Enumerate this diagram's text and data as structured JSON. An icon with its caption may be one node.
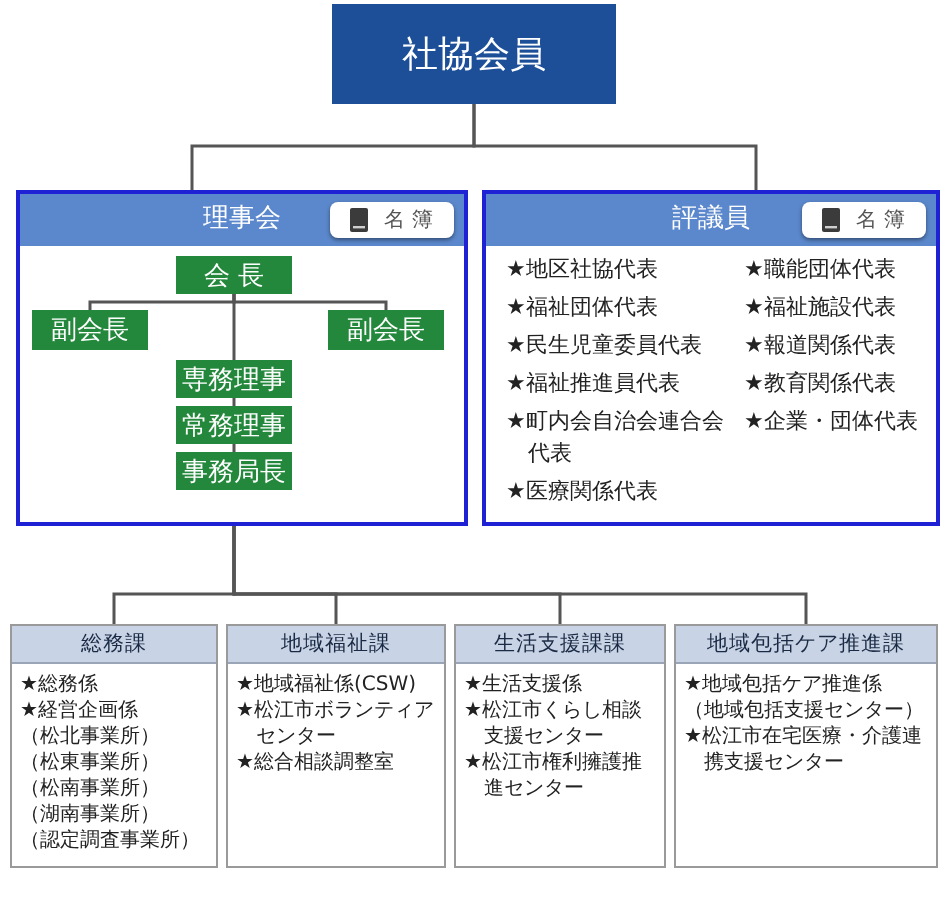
{
  "diagram": {
    "nodes": [
      {
        "text": [
          "社協会員"
        ]
      },
      {
        "text": [
          "理事会"
        ]
      },
      {
        "text": [
          "名 簿"
        ],
        "in": 1
      },
      {
        "text": [
          "会 長"
        ],
        "in": 1
      },
      {
        "text": [
          "副会長"
        ],
        "in": 1
      },
      {
        "text": [
          "副会長"
        ],
        "in": 1
      },
      {
        "text": [
          "専務理事"
        ],
        "in": 1
      },
      {
        "text": [
          "常務理事"
        ],
        "in": 1
      },
      {
        "text": [
          "事務局長"
        ],
        "in": 1
      },
      {
        "text": [
          "評議員",
          "★地区社協代表",
          "★福祉団体代表",
          "★民生児童委員代表",
          "★福祉推進員代表",
          "★町内会自治会連合会代表",
          "★医療関係代表",
          "★職能団体代表",
          "★福祉施設代表",
          "★報道関係代表",
          "★教育関係代表",
          "★企業・団体代表"
        ]
      },
      {
        "text": [
          "名 簿"
        ],
        "in": 9
      },
      {
        "text": [
          "総務課",
          "★総務係",
          "★経営企画係",
          "（松北事業所）",
          "（松東事業所）",
          "（松南事業所）",
          "（湖南事業所）",
          "（認定調査事業所）"
        ]
      },
      {
        "text": [
          "地域福祉課",
          "★地域福祉係(CSW)",
          "★松江市ボランティアセンター",
          "★総合相談調整室"
        ]
      },
      {
        "text": [
          "生活支援課課",
          "★生活支援係",
          "★松江市くらし相談支援センター",
          "★松江市権利擁護推進センター"
        ]
      },
      {
        "text": [
          "地域包括ケア推進課",
          "★地域包括ケア推進係",
          "（地域包括支援センター）",
          "★松江市在宅医療・介護連携支援センター"
        ]
      }
    ],
    "edges": [
      {
        "from": 0,
        "to": 1,
        "arrow": "none"
      },
      {
        "from": 0,
        "to": 9,
        "arrow": "none"
      },
      {
        "from": 3,
        "to": 4,
        "arrow": "none"
      },
      {
        "from": 3,
        "to": 5,
        "arrow": "none"
      },
      {
        "from": 3,
        "to": 6,
        "arrow": "none"
      },
      {
        "from": 6,
        "to": 7,
        "arrow": "none"
      },
      {
        "from": 7,
        "to": 8,
        "arrow": "none"
      },
      {
        "from": 1,
        "to": 11,
        "arrow": "none"
      },
      {
        "from": 1,
        "to": 12,
        "arrow": "none"
      },
      {
        "from": 1,
        "to": 13,
        "arrow": "none"
      },
      {
        "from": 1,
        "to": 14,
        "arrow": "none"
      }
    ]
  }
}
